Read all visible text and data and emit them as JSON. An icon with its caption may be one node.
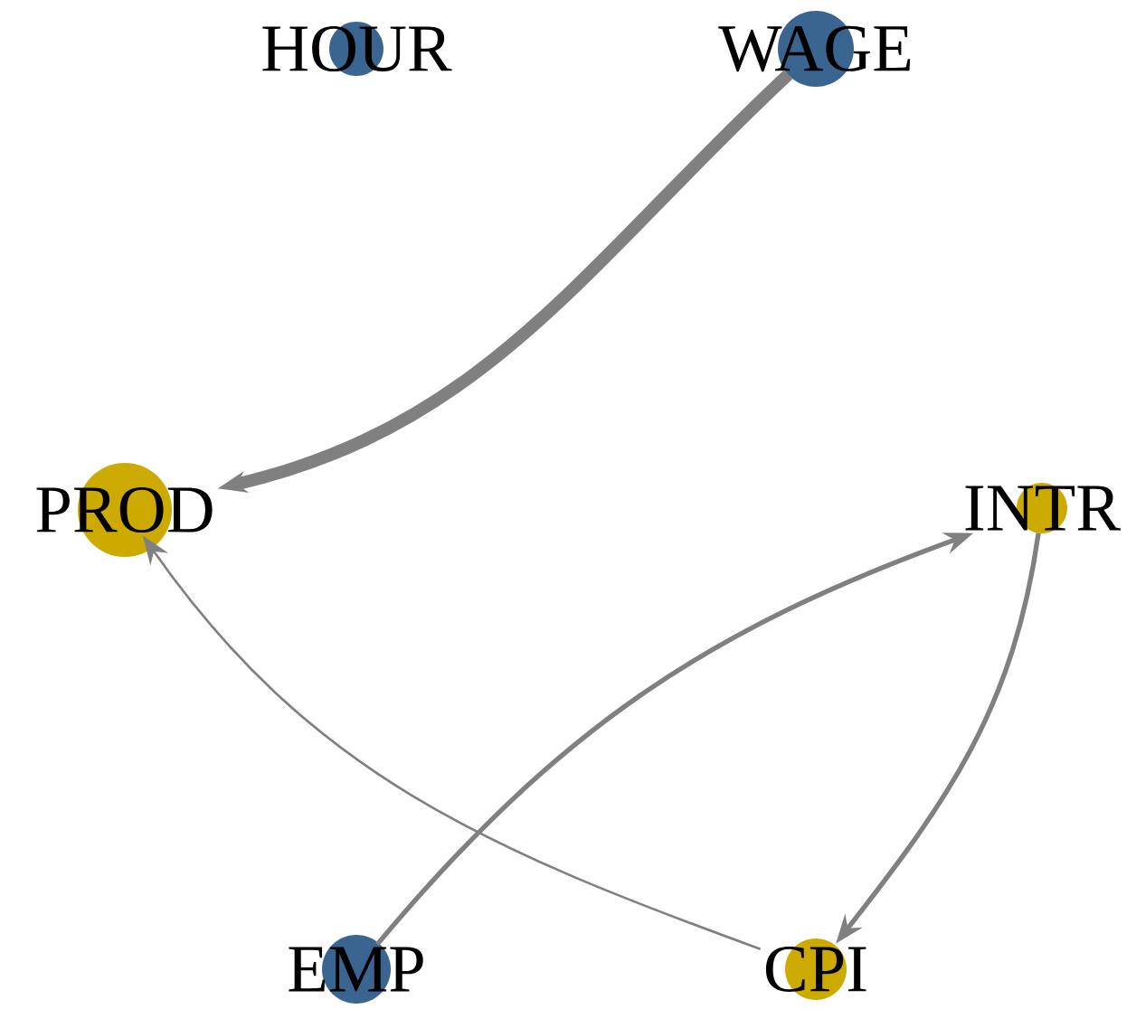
{
  "diagram": {
    "nodes": [
      {
        "text": [
          "HOUR"
        ]
      },
      {
        "text": [
          "WAGE"
        ]
      },
      {
        "text": [
          "PROD"
        ]
      },
      {
        "text": [
          "INTR"
        ]
      },
      {
        "text": [
          "EMP"
        ]
      },
      {
        "text": [
          "CPI"
        ]
      }
    ],
    "edges": [
      {
        "from": 1,
        "to": 2,
        "arrow": "to",
        "style": "thick"
      },
      {
        "from": 4,
        "to": 3,
        "arrow": "to"
      },
      {
        "from": 3,
        "to": 5,
        "arrow": "to"
      },
      {
        "from": 5,
        "to": 2,
        "arrow": "to"
      }
    ]
  }
}
